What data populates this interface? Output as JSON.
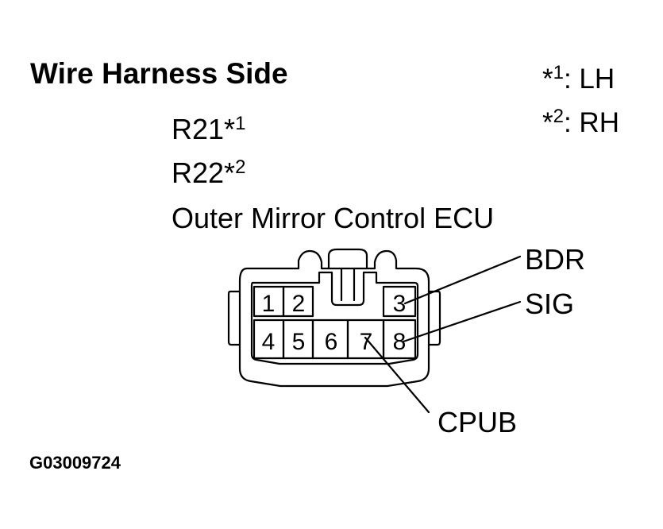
{
  "title": "Wire Harness Side",
  "notes": [
    {
      "mark": "*",
      "num": "1",
      "text": ": LH"
    },
    {
      "mark": "*",
      "num": "2",
      "text": ": RH"
    }
  ],
  "connector": {
    "codes": [
      {
        "code": "R21",
        "mark": "*",
        "num": "1"
      },
      {
        "code": "R22",
        "mark": "*",
        "num": "2"
      }
    ],
    "name": "Outer Mirror Control ECU"
  },
  "pins": {
    "p1": "1",
    "p2": "2",
    "p3": "3",
    "p4": "4",
    "p5": "5",
    "p6": "6",
    "p7": "7",
    "p8": "8"
  },
  "pin_labels": {
    "bdr": "BDR",
    "sig": "SIG",
    "cpub": "CPUB"
  },
  "figure_code": "G03009724"
}
